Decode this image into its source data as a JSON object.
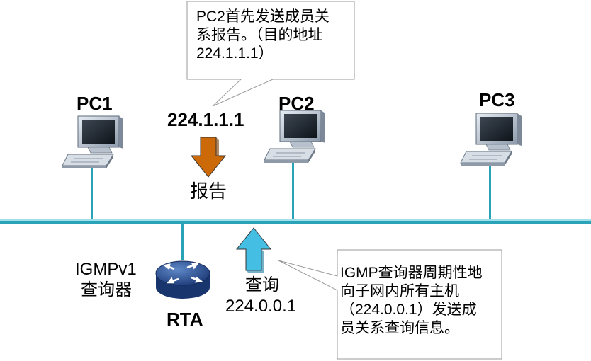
{
  "hosts": {
    "pc1": "PC1",
    "pc2": "PC2",
    "pc3": "PC3"
  },
  "router": {
    "name": "RTA",
    "role_line1": "IGMPv1",
    "role_line2": "查询器"
  },
  "report": {
    "address": "224.1.1.1",
    "label": "报告"
  },
  "query": {
    "label": "查询",
    "address": "224.0.0.1"
  },
  "callout_top": {
    "line1": "PC2首先发送成员关",
    "line2": "系报告。（目的地址",
    "line3": "224.1.1.1）"
  },
  "callout_bottom": {
    "line1": "IGMP查询器周期性地",
    "line2": "向子网内所有主机",
    "line3": "（224.0.0.1）发送成",
    "line4": "员关系查询信息。"
  },
  "colors": {
    "bus": "#2aa3b8",
    "bus_light": "#9fdfea",
    "report_arrow": "#cc6a0a",
    "query_arrow": "#44bfe3",
    "callout_border": "#999999"
  }
}
